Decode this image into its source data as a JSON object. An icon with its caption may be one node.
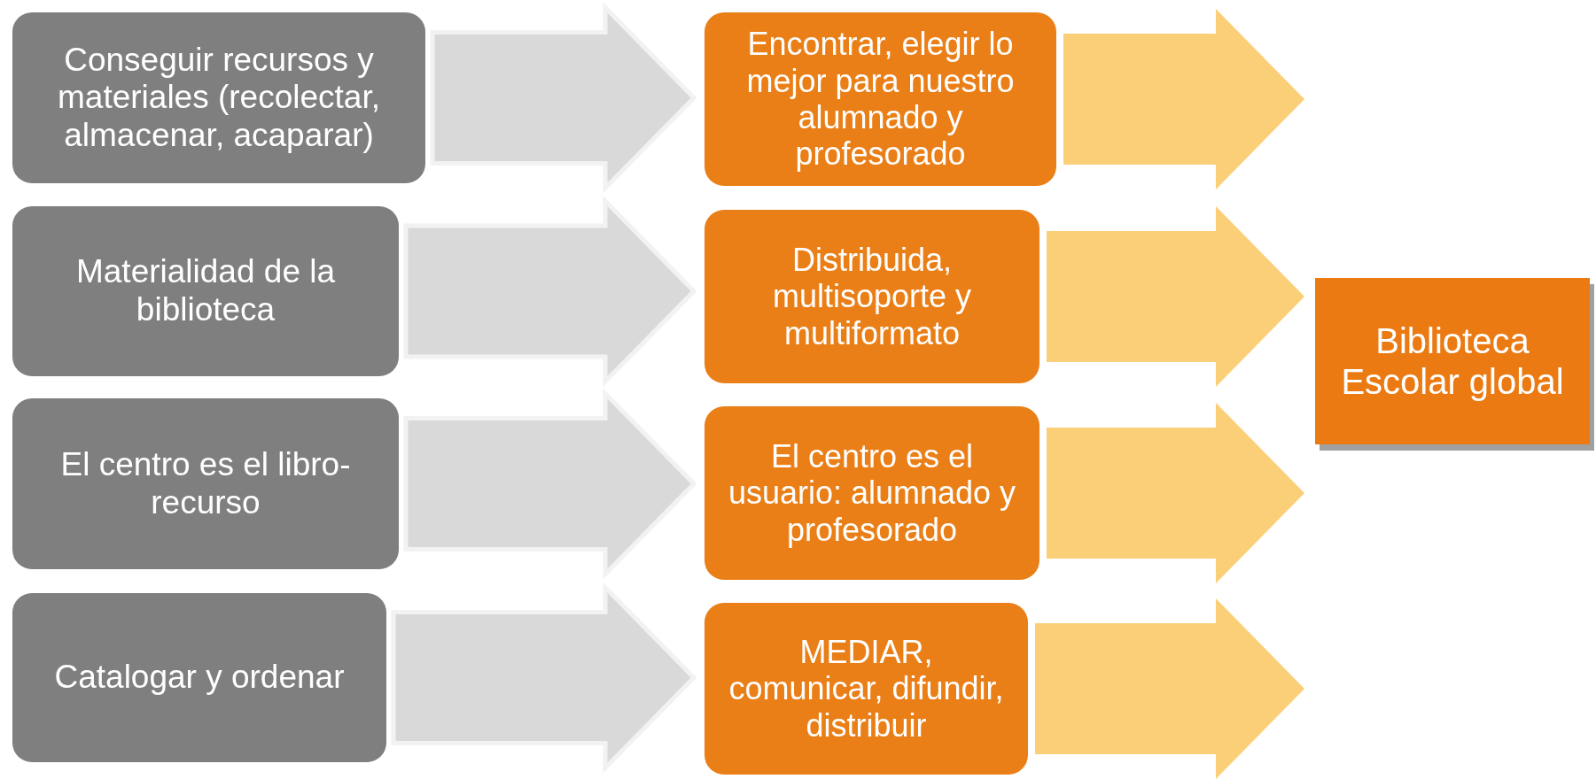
{
  "diagram": {
    "nodes": [
      {
        "text": [
          "Conseguir recursos y materiales (recolectar, almacenar, acaparar)"
        ]
      },
      {
        "text": [
          "Materialidad de la biblioteca"
        ]
      },
      {
        "text": [
          "El centro es el libro-recurso"
        ]
      },
      {
        "text": [
          "Catalogar y ordenar"
        ]
      },
      {
        "text": [
          "Encontrar, elegir lo mejor para nuestro alumnado y profesorado"
        ]
      },
      {
        "text": [
          "Distribuida, multisoporte y multiformato"
        ]
      },
      {
        "text": [
          "El centro es el usuario: alumnado y profesorado"
        ]
      },
      {
        "text": [
          "MEDIAR, comunicar, difundir, distribuir"
        ]
      },
      {
        "text": [
          "Biblioteca Escolar global"
        ]
      }
    ],
    "edges": [
      {
        "from": 0,
        "to": 4,
        "arrow": "to",
        "style": "thick",
        "color": "#d9d9d9"
      },
      {
        "from": 1,
        "to": 5,
        "arrow": "to",
        "style": "thick",
        "color": "#d9d9d9"
      },
      {
        "from": 2,
        "to": 6,
        "arrow": "to",
        "style": "thick",
        "color": "#d9d9d9"
      },
      {
        "from": 3,
        "to": 7,
        "arrow": "to",
        "style": "thick",
        "color": "#d9d9d9"
      },
      {
        "from": 4,
        "to": 8,
        "arrow": "to",
        "style": "thick",
        "color": "#fbcf78"
      },
      {
        "from": 5,
        "to": 8,
        "arrow": "to",
        "style": "thick",
        "color": "#fbcf78"
      },
      {
        "from": 6,
        "to": 8,
        "arrow": "to",
        "style": "thick",
        "color": "#fbcf78"
      },
      {
        "from": 7,
        "to": 8,
        "arrow": "to",
        "style": "thick",
        "color": "#fbcf78"
      }
    ]
  }
}
